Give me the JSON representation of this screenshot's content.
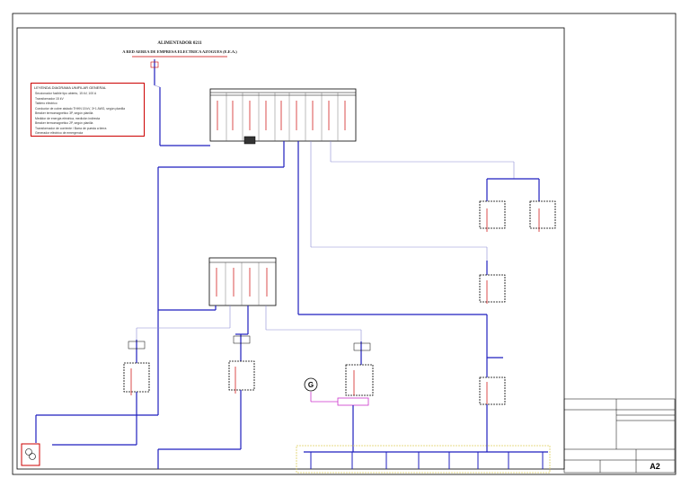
{
  "drawing": {
    "header_line1": "ALIMENTADOR 0211",
    "header_line2": "A RED AEREA DE EMPRESA ELECTRICA AZOGUES (E.E.A.)"
  },
  "legend": {
    "title": "LEYENDA DIAGRAMA UNIFILAR GENERAL",
    "items": [
      "Seccionador fusible tipo abierto, 15 kV, 100 A",
      "Transformador 15 kV",
      "Tablero eléctrico",
      "Conductor de cobre aislado THHN 15 kV, 3+1 AWG, según planilla",
      "Breaker termomagnético 3P, según planilla",
      "Medidor de energía eléctrica, medición indirecta",
      "Breaker termomagnético 2P, según planilla",
      "Transformador de corriente / Barra de puesta a tierra",
      "Generador eléctrico de emergencia"
    ]
  },
  "generator": {
    "symbol": "G"
  },
  "title_block": {
    "sheet": "A2",
    "cells": [
      "",
      "",
      "",
      "",
      "",
      "",
      "",
      "",
      "",
      ""
    ]
  },
  "colors": {
    "feeder": "#1f1fbf",
    "branch": "#8a8ad6",
    "breaker": "#cc0000",
    "legend_border": "#cc0000",
    "generator_link": "#cc33cc",
    "border": "#000000",
    "bottom_bus_frame": "#e0d060"
  }
}
